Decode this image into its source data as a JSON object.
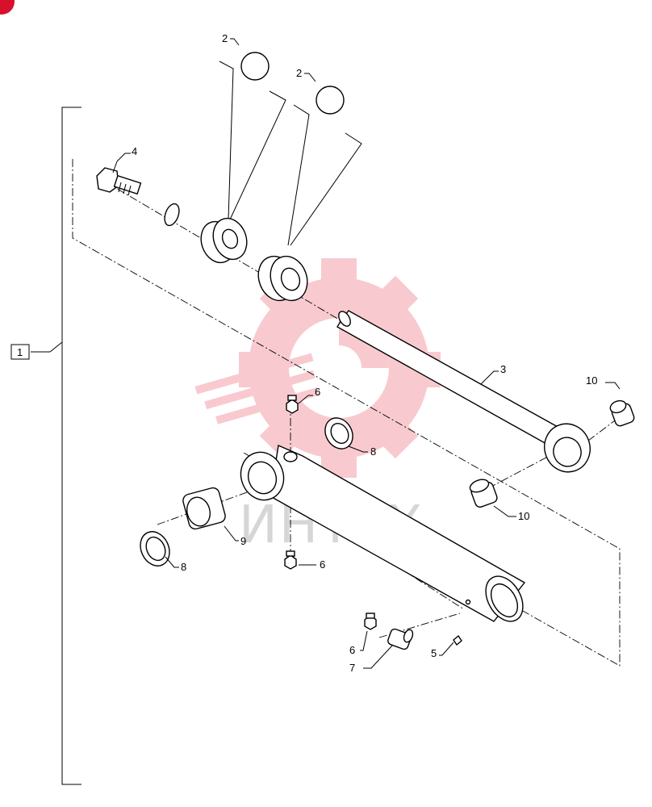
{
  "assembly_label": "1",
  "watermark_text": "ИНТЕХ",
  "colors": {
    "watermark": "#f3a0a8",
    "corner_badge": "#d8102b",
    "line": "#000000"
  },
  "callouts": {
    "c2a": "2",
    "c2b": "2",
    "c3": "3",
    "c4": "4",
    "c5": "5",
    "c6a": "6",
    "c6b": "6",
    "c6c": "6",
    "c7": "7",
    "c8a": "8",
    "c8b": "8",
    "c9": "9",
    "c10a": "10",
    "c10b": "10"
  }
}
